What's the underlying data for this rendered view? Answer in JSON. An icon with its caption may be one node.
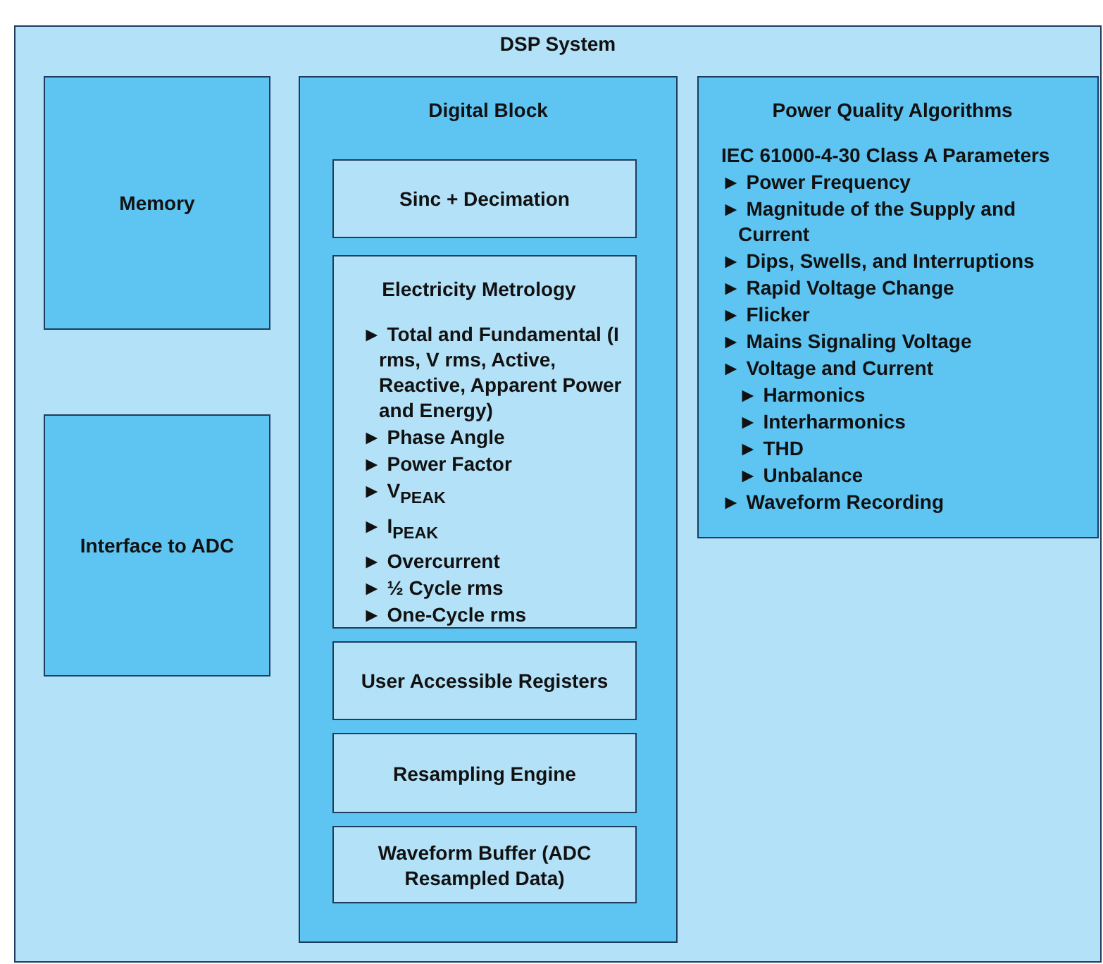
{
  "diagram": {
    "nodes": [
      {
        "text": [
          "DSP System"
        ]
      },
      {
        "text": [
          "Memory"
        ],
        "in": 0
      },
      {
        "text": [
          "Interface to ADC"
        ],
        "in": 0
      },
      {
        "text": [
          "Digital Block"
        ],
        "in": 0
      },
      {
        "text": [
          "Sinc + Decimation"
        ],
        "in": 3
      },
      {
        "text": [
          "Electricity Metrology",
          "► Total and Fundamental (I rms, V rms, Active, Reactive, Apparent Power and Energy)",
          "► Phase Angle",
          "► Power Factor",
          "► V$_{PEAK}$",
          "► I$_{PEAK}$",
          "► Overcurrent",
          "► ½ Cycle rms",
          "► One-Cycle rms"
        ],
        "in": 3
      },
      {
        "text": [
          "User Accessible Registers"
        ],
        "in": 3
      },
      {
        "text": [
          "Resampling Engine"
        ],
        "in": 3
      },
      {
        "text": [
          "Waveform Buffer (ADC Resampled Data)"
        ],
        "in": 3
      },
      {
        "text": [
          "Power Quality Algorithms",
          "IEC 61000-4-30 Class A Parameters",
          "► Power Frequency",
          "► Magnitude of the Supply and Current",
          "► Dips, Swells, and Interruptions",
          "► Rapid Voltage Change",
          "► Flicker",
          "► Mains Signaling Voltage",
          "► Voltage and Current",
          "► Harmonics",
          "► Interharmonics",
          "► THD",
          "► Unbalance",
          "► Waveform Recording"
        ],
        "in": 0
      }
    ]
  }
}
